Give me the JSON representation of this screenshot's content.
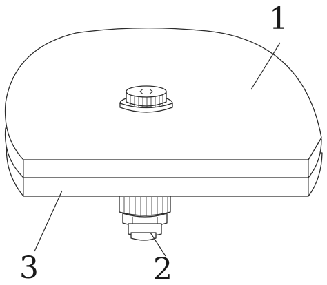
{
  "callouts": {
    "c1": "1",
    "c2": "2",
    "c3": "3"
  },
  "colors": {
    "line": "#2b2b2b",
    "paper": "#ffffff"
  }
}
